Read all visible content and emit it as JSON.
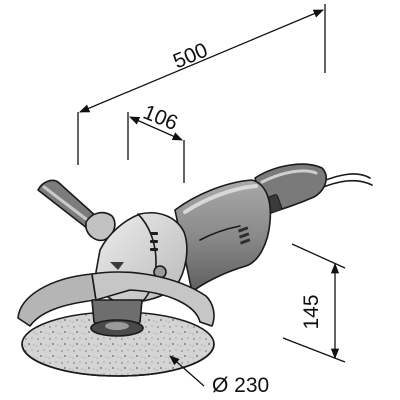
{
  "dimensions": {
    "length_label": "500",
    "head_label": "106",
    "height_label": "145",
    "disc_label": "Ø 230"
  },
  "colors": {
    "body_dark": "#6e6e6e",
    "body_mid": "#9a9a9a",
    "body_light": "#cfcfcf",
    "disc": "#d2d2d2",
    "outline": "#1a1a1a",
    "background": "#ffffff"
  }
}
